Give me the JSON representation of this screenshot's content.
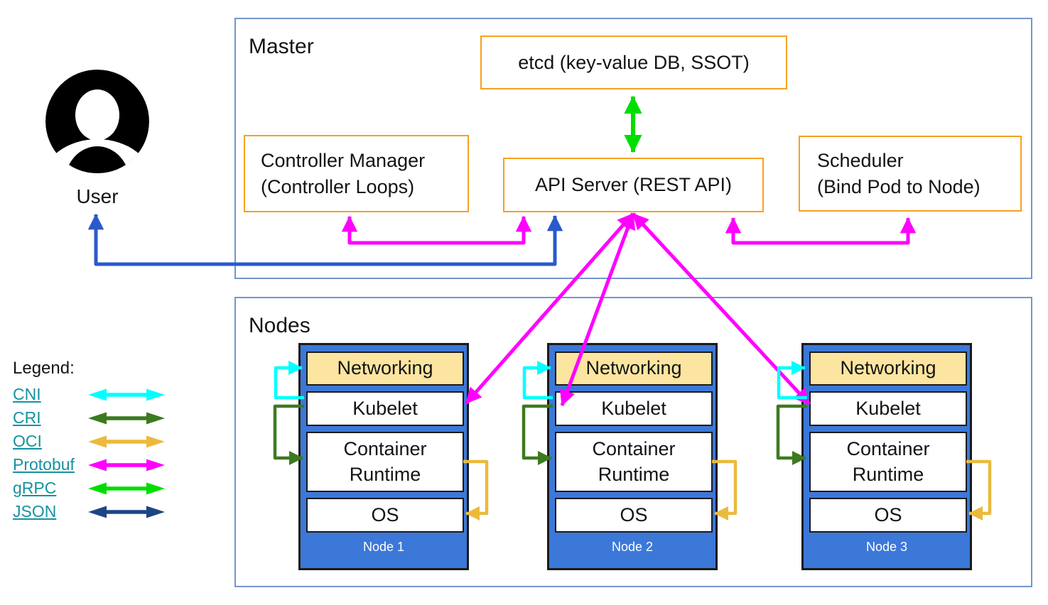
{
  "master": {
    "title": "Master",
    "etcd_label": "etcd (key-value DB, SSOT)",
    "controller_manager_label": "Controller Manager\n(Controller Loops)",
    "api_server_label": "API Server (REST API)",
    "scheduler_label": "Scheduler\n(Bind Pod to Node)"
  },
  "user": {
    "label": "User"
  },
  "nodes": {
    "title": "Nodes",
    "components": {
      "networking": "Networking",
      "kubelet": "Kubelet",
      "container_runtime": "Container\nRuntime",
      "os": "OS"
    },
    "items": [
      {
        "name": "Node 1"
      },
      {
        "name": "Node 2"
      },
      {
        "name": "Node 3"
      }
    ]
  },
  "legend": {
    "title": "Legend:",
    "entries": [
      {
        "label": "CNI",
        "color": "#00FFFF"
      },
      {
        "label": "CRI",
        "color": "#3C7A1F"
      },
      {
        "label": "OCI",
        "color": "#ECBA3B"
      },
      {
        "label": "Protobuf",
        "color": "#FF00FF"
      },
      {
        "label": "gRPC",
        "color": "#00DE00"
      },
      {
        "label": "JSON",
        "color": "#1C4587"
      }
    ]
  },
  "colors": {
    "cni": "#00FFFF",
    "cri": "#3C7A1F",
    "oci": "#ECBA3B",
    "protobuf": "#FF00FF",
    "grpc": "#00DE00",
    "json": "#1C4587",
    "user_api_arrow": "#2A5ACB",
    "node_fill": "#3C78D8",
    "networking_fill": "#FCE5A0",
    "component_border": "#F7A120",
    "section_border": "#7495CB",
    "link": "#16929F"
  }
}
